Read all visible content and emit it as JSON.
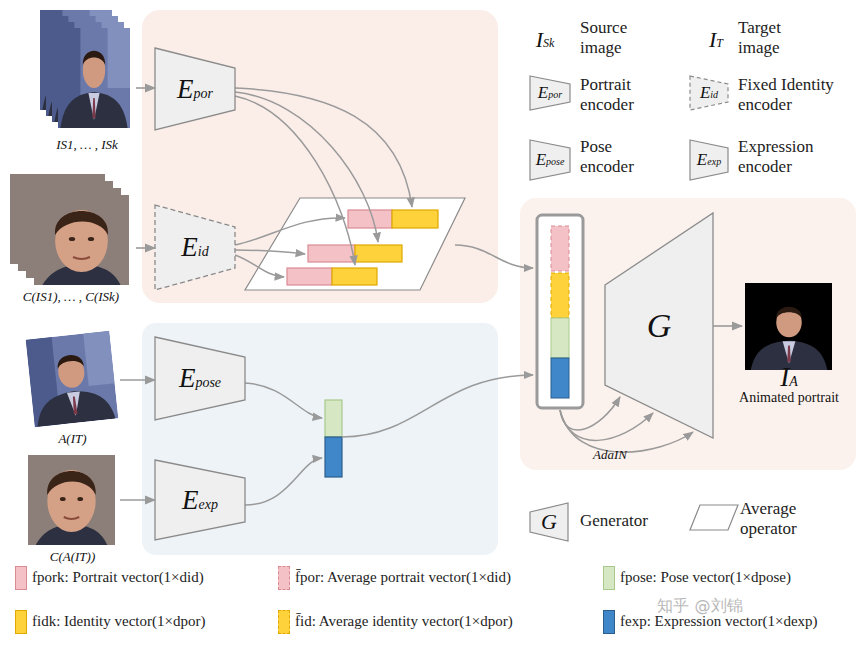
{
  "diagram": {
    "nodes": [
      {
        "text": [
          "IS1, … , ISk"
        ]
      },
      {
        "text": [
          "Epor"
        ]
      },
      {
        "text": [
          "C(IS1), … , C(ISk)"
        ]
      },
      {
        "text": [
          "Eid"
        ]
      },
      {
        "text": [
          "A(IT)"
        ]
      },
      {
        "text": [
          "Epose"
        ]
      },
      {
        "text": [
          "C(A(IT))"
        ]
      },
      {
        "text": [
          "Eexp"
        ]
      },
      {
        "text": [
          "G"
        ]
      },
      {
        "text": [
          "IA",
          "Animated portrait"
        ]
      }
    ],
    "edges": [
      {
        "from": 0,
        "to": 1,
        "arrow": "to"
      },
      {
        "from": 2,
        "to": 3,
        "arrow": "to"
      },
      {
        "from": 4,
        "to": 5,
        "arrow": "to"
      },
      {
        "from": 6,
        "to": 7,
        "arrow": "to"
      },
      {
        "from": 8,
        "to": 9,
        "arrow": "to"
      }
    ],
    "labels": [
      "ISk",
      "IT",
      "Epor",
      "Eid",
      "Epose",
      "Eexp",
      "G",
      "AdaIN",
      "知乎 @刘锦"
    ],
    "legend": [
      {
        "text": "Source image"
      },
      {
        "text": "Target image"
      },
      {
        "text": "Portrait encoder"
      },
      {
        "text": "Fixed Identity encoder"
      },
      {
        "text": "Pose encoder"
      },
      {
        "text": "Expression encoder"
      },
      {
        "text": "Generator"
      },
      {
        "text": "Average operator"
      },
      {
        "text": "fpork: Portrait vector(1×did)",
        "color": "#f4c2c6"
      },
      {
        "text": "f̄por: Average portrait vector(1×did)",
        "color": "#f4c2c6"
      },
      {
        "text": "fpose: Pose vector(1×dpose)",
        "color": "#d6e8c3"
      },
      {
        "text": "fidk: Identity vector(1×dpor)",
        "color": "#fdd23a"
      },
      {
        "text": "f̄id: Average identity vector(1×dpor)",
        "color": "#fdd23a"
      },
      {
        "text": "fexp: Expression vector(1×dexp)",
        "color": "#3f87c9"
      }
    ]
  }
}
